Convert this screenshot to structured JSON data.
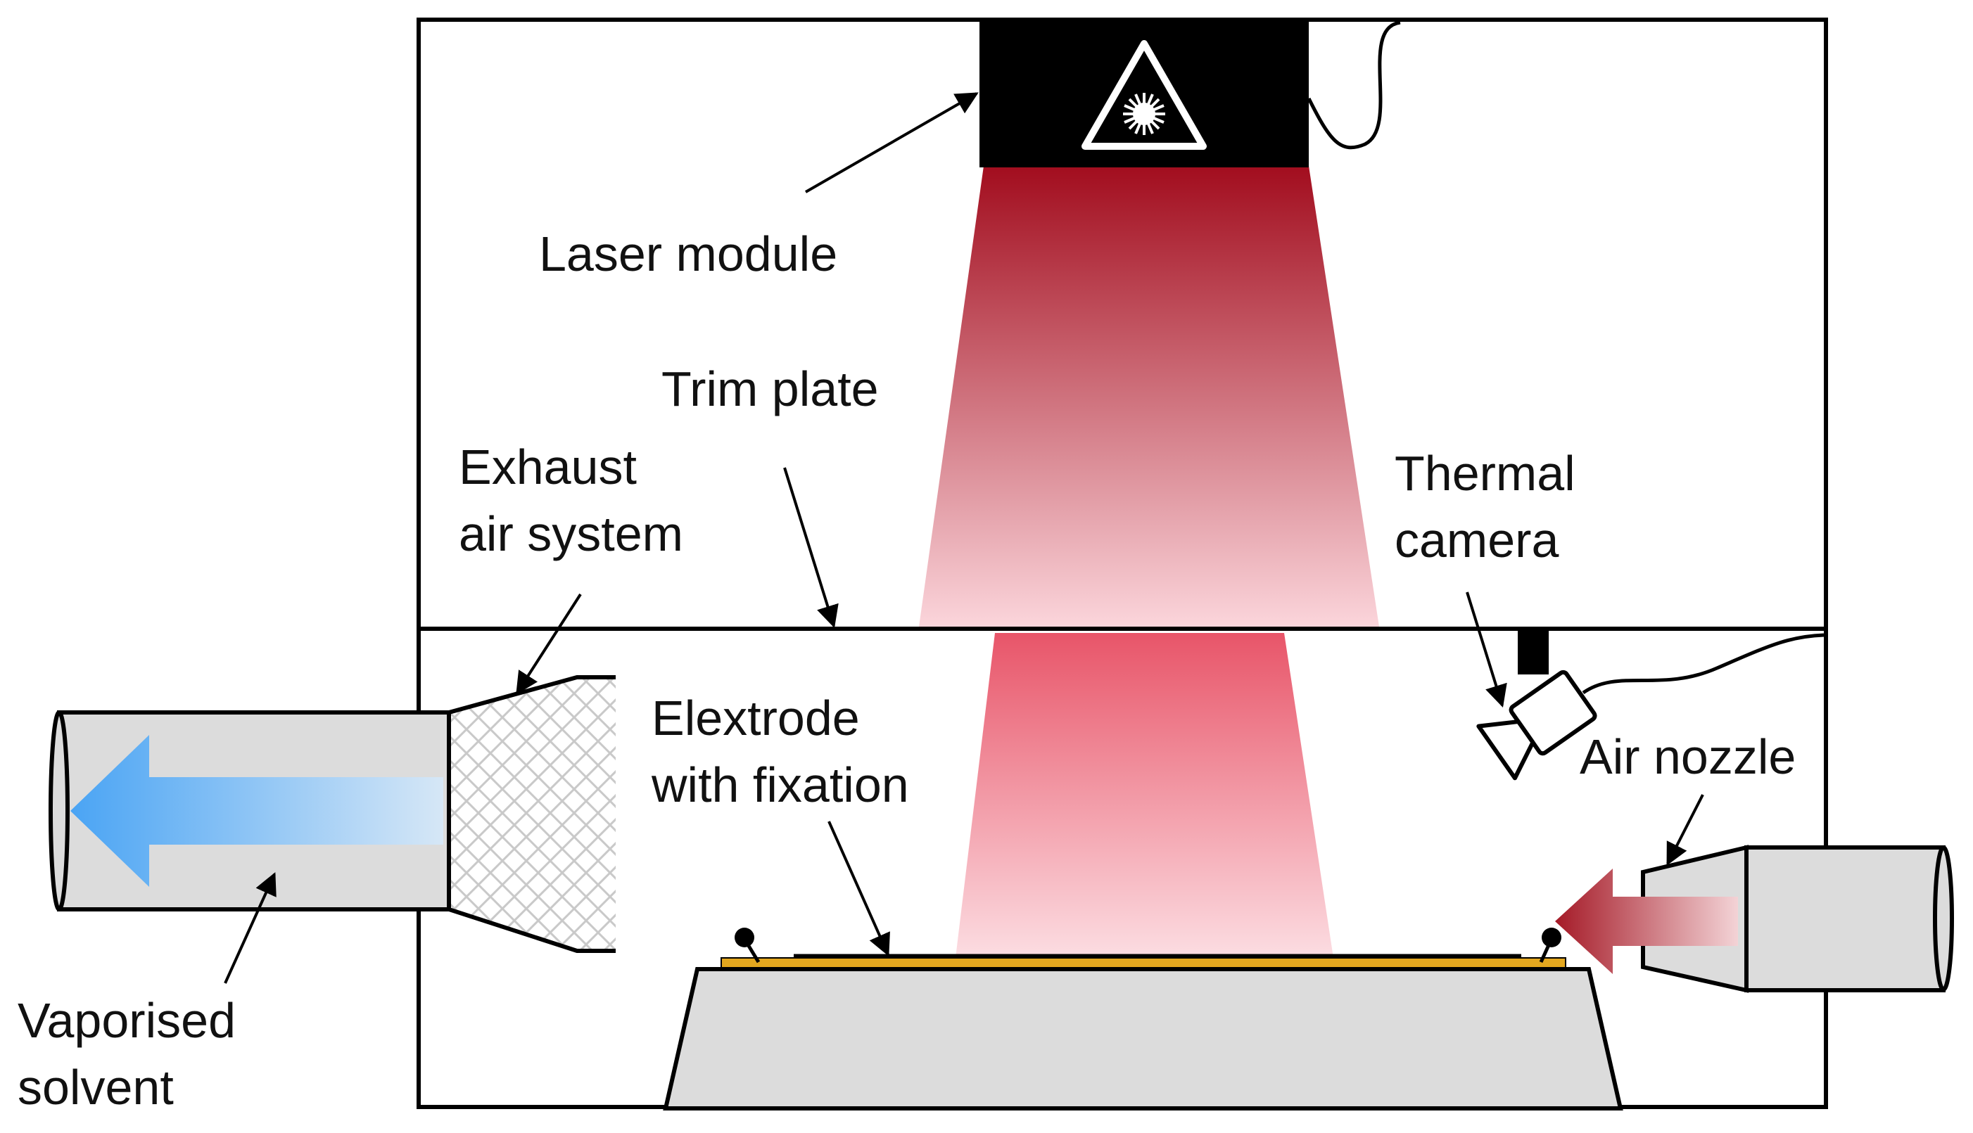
{
  "labels": {
    "laser_module": "Laser module",
    "trim_plate": "Trim plate",
    "exhaust_line1": "Exhaust",
    "exhaust_line2": "air system",
    "thermal_line1": "Thermal",
    "thermal_line2": "camera",
    "electrode_line1": "Elextrode",
    "electrode_line2": "with fixation",
    "air_nozzle": "Air nozzle",
    "vapor_line1": "Vaporised",
    "vapor_line2": "solvent"
  },
  "icons": {
    "laser_warning": "laser-warning-icon",
    "camera": "camera-icon"
  },
  "colors": {
    "outline": "#000000",
    "laser_beam_top": "#a20d1e",
    "laser_beam_bottom": "#fbd5db",
    "table_fill": "#dcdcdc",
    "electrode": "#e3a71f",
    "exhaust_arrow": "#5aaef5",
    "air_arrow": "#b2232f"
  }
}
